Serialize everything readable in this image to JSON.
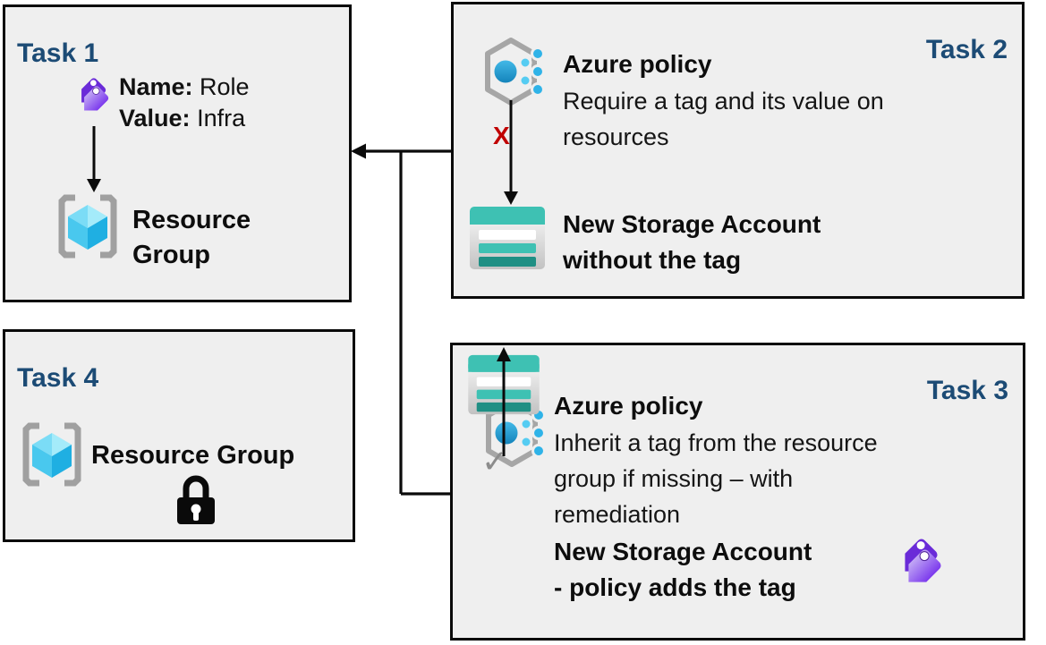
{
  "colors": {
    "box_background": "#EFEFEF",
    "box_border": "#0A0A0A",
    "title_blue": "#1C4B75",
    "body_text": "#111111",
    "x_red": "#C00000",
    "storage_teal": "#3EC1B3",
    "storage_teal_dark": "#1F8F84",
    "policy_dot_blue": "#2FB3E8",
    "tag_purple": "#7C3AED",
    "bracket_gray": "#A0A0A0",
    "check_gray": "#8C8C8C"
  },
  "task1": {
    "title": "Task 1",
    "name_label": "Name:",
    "name_value": "Role",
    "value_label": "Value:",
    "value_value": "Infra",
    "rg_lines": [
      "Resource",
      "Group"
    ]
  },
  "task2": {
    "title": "Task 2",
    "policy_heading": "Azure policy",
    "policy_desc_lines": [
      "Require a tag and its value on",
      "resources"
    ],
    "x_marker": "X",
    "storage_lines": [
      "New Storage Account",
      "without the tag"
    ]
  },
  "task3": {
    "title": "Task 3",
    "policy_heading": "Azure policy",
    "policy_desc_lines": [
      "Inherit a tag from the resource",
      "group if missing – with",
      "remediation"
    ],
    "storage_lines": [
      "New Storage Account",
      "- policy adds the tag"
    ],
    "check_glyph": "✓"
  },
  "task4": {
    "title": "Task 4",
    "rg_label": "Resource Group"
  },
  "icons": {
    "tag": "tag-icon",
    "resource_group": "resource-group-icon",
    "azure_policy": "azure-policy-icon",
    "storage_account": "storage-account-icon",
    "lock": "lock-icon",
    "checkmark": "checkmark-icon",
    "arrow": "arrow-icon"
  }
}
